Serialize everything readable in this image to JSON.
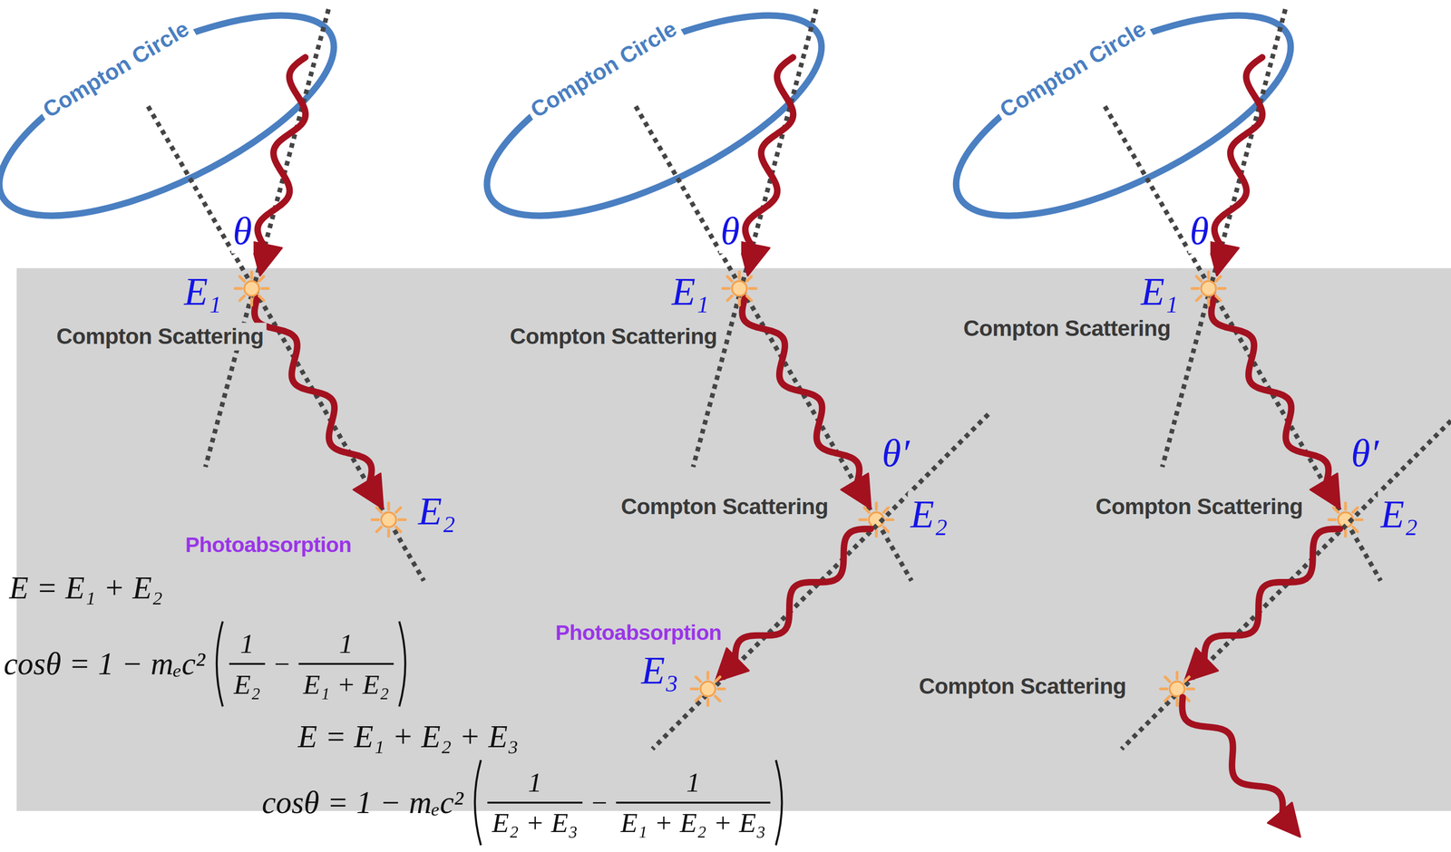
{
  "diagram": {
    "labels": [
      "Compton Circle",
      "Compton Circle",
      "Compton Circle",
      "θ",
      "θ",
      "θ",
      "E₁",
      "E₁",
      "E₁",
      "Compton Scattering",
      "Compton Scattering",
      "Compton Scattering",
      "θ′",
      "θ′",
      "E₂",
      "Compton Scattering",
      "E₂",
      "Compton Scattering",
      "E₂",
      "Photoabsorption",
      "Photoabsorption",
      "E₃",
      "Compton Scattering",
      "E = E₁ + E₂",
      "cosθ = 1 − mₑc²",
      "1",
      "E₂",
      "−",
      "1",
      "E₁ + E₂",
      "E = E₁ + E₂ + E₃",
      "cosθ = 1 − mₑc²",
      "1",
      "E₂ + E₃",
      "−",
      "1",
      "E₁ + E₂ + E₃"
    ]
  }
}
